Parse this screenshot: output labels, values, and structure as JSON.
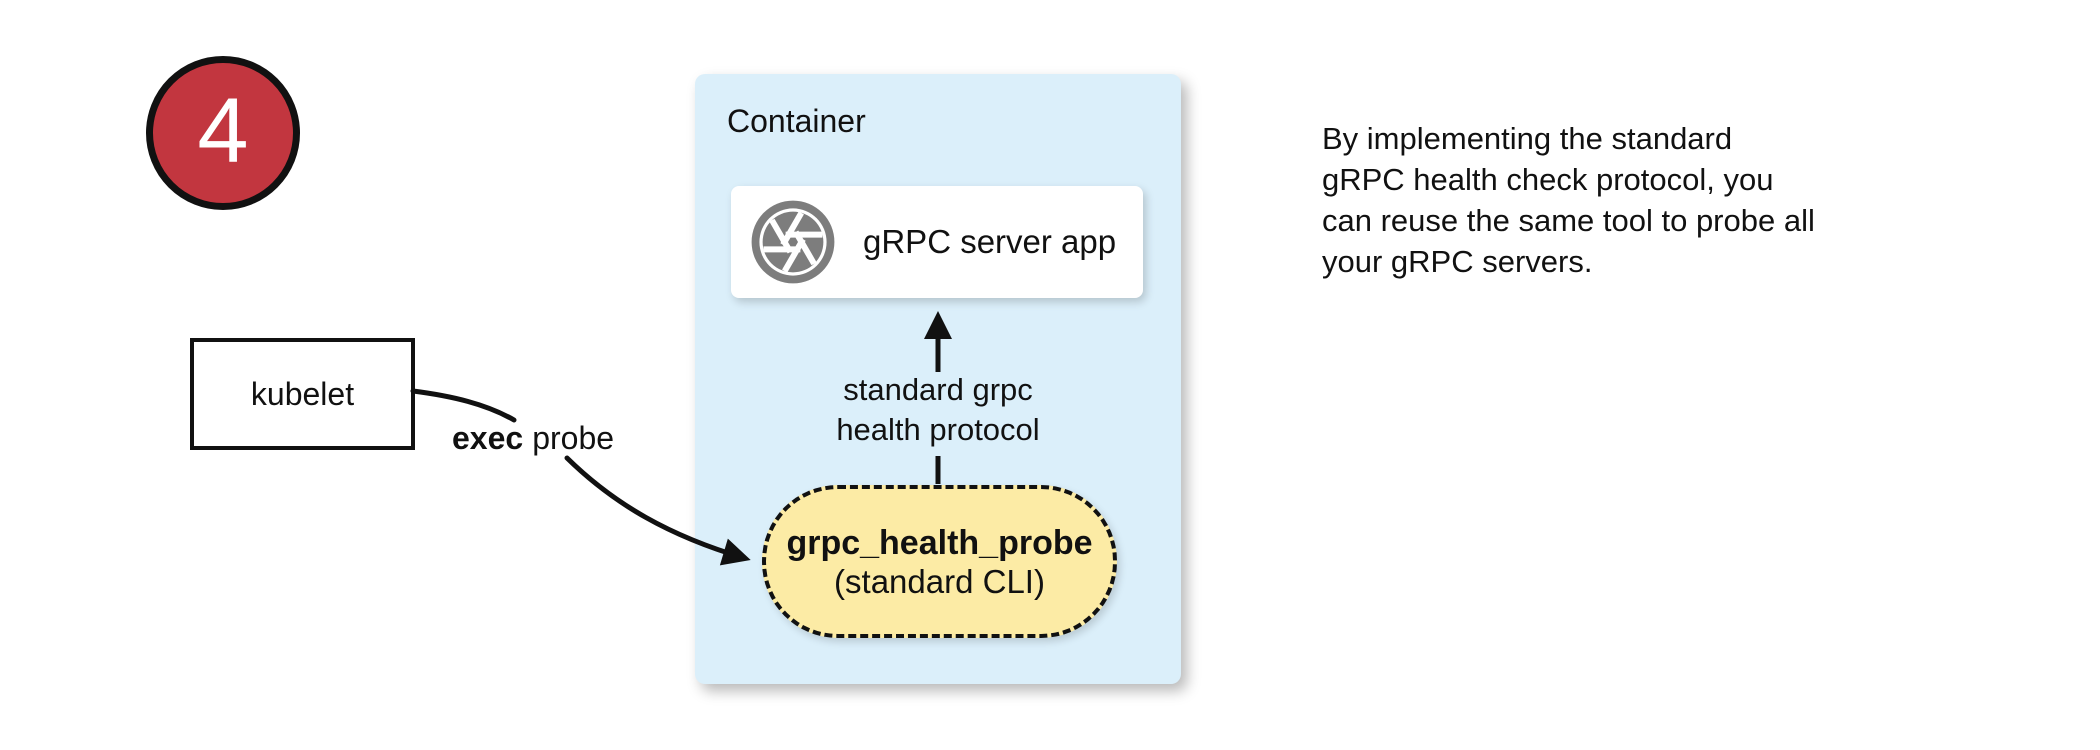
{
  "badge": {
    "number": "4"
  },
  "nodes": {
    "kubelet": {
      "label": "kubelet"
    }
  },
  "edges": {
    "exec_probe": {
      "label_bold": "exec",
      "label_rest": "probe"
    },
    "health_protocol": {
      "lines": [
        "standard grpc",
        "health protocol"
      ]
    }
  },
  "container": {
    "title": "Container",
    "server": {
      "label": "gRPC server app",
      "icon": "aperture-icon"
    },
    "probe": {
      "title": "grpc_health_probe",
      "subtitle": "(standard CLI)"
    }
  },
  "note": {
    "lines": [
      "By implementing the standard",
      "gRPC health check protocol, you",
      "can reuse the same tool to probe all",
      "your gRPC servers."
    ]
  },
  "colors": {
    "badge_fill": "#C2363F",
    "badge_text": "#FFFFFF",
    "container_fill": "#DBEFFA",
    "pill_fill": "#FCEBA5",
    "icon_gray": "#7D7D7D",
    "line_stroke": "#111111"
  }
}
